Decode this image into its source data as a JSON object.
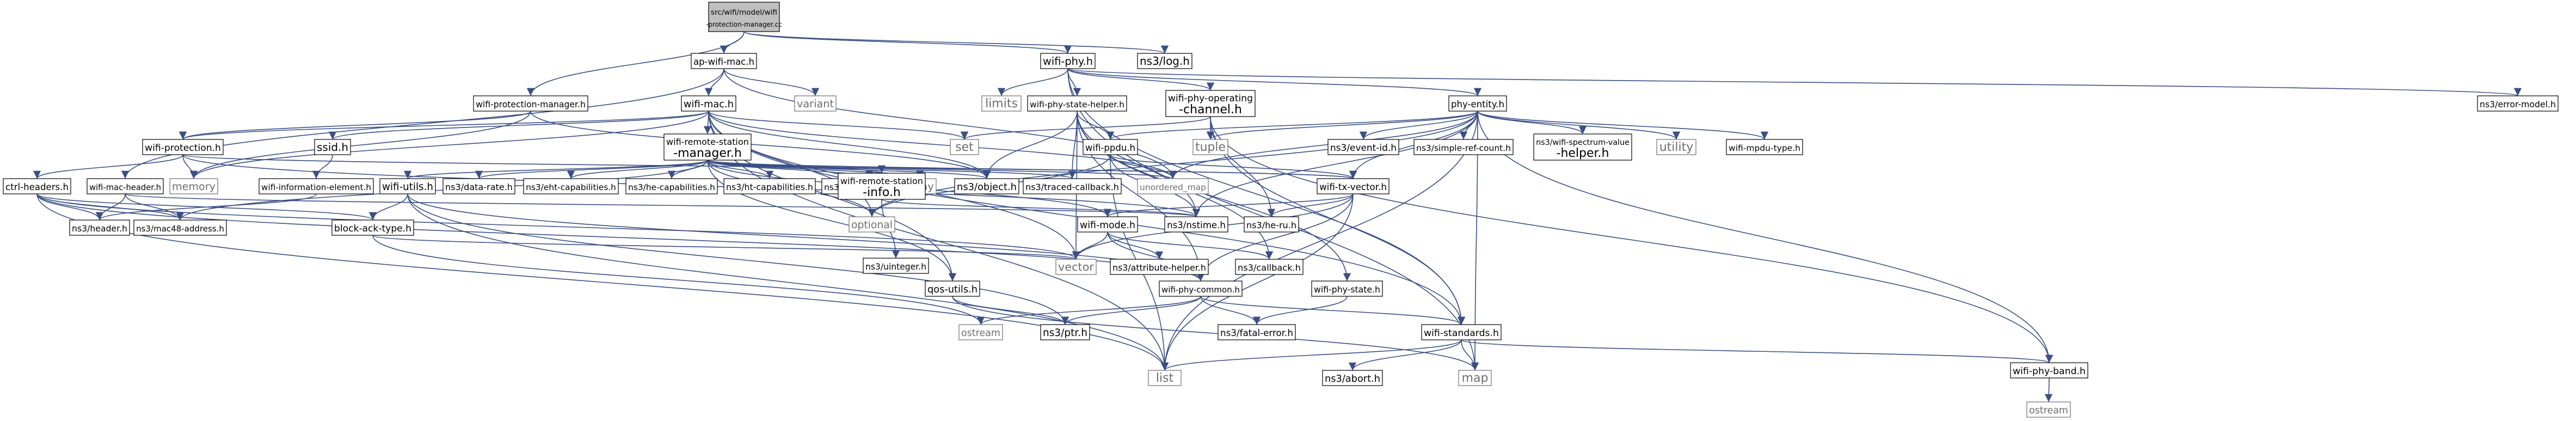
{
  "diagram": {
    "type": "include-dependency-graph",
    "colors": {
      "edge": "#3b4f86",
      "root_fill": "#bfbfbf",
      "node_fill": "#ffffff",
      "node_stroke": "#000000",
      "std_text": "#6e6e6e"
    },
    "nodes": [
      {
        "id": "root",
        "label": "src/wifi/model/wifi-protection-manager.cc",
        "kind": "root",
        "lines": [
          "src/wifi/model/wifi",
          "-protection-manager.cc"
        ]
      },
      {
        "id": "ap_wifi_mac",
        "label": "ap-wifi-mac.h",
        "kind": "file"
      },
      {
        "id": "wifi_phy",
        "label": "wifi-phy.h",
        "kind": "file"
      },
      {
        "id": "ns3_log",
        "label": "ns3/log.h",
        "kind": "file"
      },
      {
        "id": "wifi_protection_manager_h",
        "label": "wifi-protection-manager.h",
        "kind": "file"
      },
      {
        "id": "wifi_mac",
        "label": "wifi-mac.h",
        "kind": "file"
      },
      {
        "id": "variant",
        "label": "variant",
        "kind": "std"
      },
      {
        "id": "limits",
        "label": "limits",
        "kind": "std"
      },
      {
        "id": "wifi_phy_state_helper",
        "label": "wifi-phy-state-helper.h",
        "kind": "file"
      },
      {
        "id": "wifi_phy_operating_channel",
        "label": "wifi-phy-operating-channel.h",
        "kind": "file",
        "lines": [
          "wifi-phy-operating",
          "-channel.h"
        ]
      },
      {
        "id": "phy_entity",
        "label": "phy-entity.h",
        "kind": "file"
      },
      {
        "id": "ns3_error_model",
        "label": "ns3/error-model.h",
        "kind": "file"
      },
      {
        "id": "wifi_protection_h",
        "label": "wifi-protection.h",
        "kind": "file"
      },
      {
        "id": "ssid",
        "label": "ssid.h",
        "kind": "file"
      },
      {
        "id": "wifi_remote_station_manager",
        "label": "wifi-remote-station-manager.h",
        "kind": "file",
        "lines": [
          "wifi-remote-station",
          "-manager.h"
        ]
      },
      {
        "id": "set",
        "label": "set",
        "kind": "std"
      },
      {
        "id": "wifi_ppdu",
        "label": "wifi-ppdu.h",
        "kind": "file"
      },
      {
        "id": "tuple",
        "label": "tuple",
        "kind": "std"
      },
      {
        "id": "ns3_event_id",
        "label": "ns3/event-id.h",
        "kind": "file"
      },
      {
        "id": "ns3_simple_ref_count",
        "label": "ns3/simple-ref-count.h",
        "kind": "file"
      },
      {
        "id": "ns3_wifi_spectrum_value_helper",
        "label": "ns3/wifi-spectrum-value-helper.h",
        "kind": "file",
        "lines": [
          "ns3/wifi-spectrum-value",
          "-helper.h"
        ]
      },
      {
        "id": "utility",
        "label": "utility",
        "kind": "std"
      },
      {
        "id": "wifi_mpdu_type",
        "label": "wifi-mpdu-type.h",
        "kind": "file"
      },
      {
        "id": "ctrl_headers",
        "label": "ctrl-headers.h",
        "kind": "file"
      },
      {
        "id": "wifi_mac_header",
        "label": "wifi-mac-header.h",
        "kind": "file"
      },
      {
        "id": "memory",
        "label": "memory",
        "kind": "std"
      },
      {
        "id": "wifi_information_element",
        "label": "wifi-information-element.h",
        "kind": "file"
      },
      {
        "id": "wifi_utils",
        "label": "wifi-utils.h",
        "kind": "file"
      },
      {
        "id": "ns3_data_rate",
        "label": "ns3/data-rate.h",
        "kind": "file"
      },
      {
        "id": "ns3_eht_capabilities",
        "label": "ns3/eht-capabilities.h",
        "kind": "file"
      },
      {
        "id": "ns3_he_capabilities",
        "label": "ns3/he-capabilities.h",
        "kind": "file"
      },
      {
        "id": "ns3_ht_capabilities",
        "label": "ns3/ht-capabilities.h",
        "kind": "file"
      },
      {
        "id": "ns3_vht_capabilities",
        "label": "ns3/vht-capabilities.h",
        "kind": "file"
      },
      {
        "id": "array",
        "label": "array",
        "kind": "std"
      },
      {
        "id": "wifi_remote_station_info",
        "label": "wifi-remote-station-info.h",
        "kind": "file",
        "lines": [
          "wifi-remote-station",
          "-info.h"
        ]
      },
      {
        "id": "ns3_traced_callback",
        "label": "ns3/traced-callback.h",
        "kind": "file"
      },
      {
        "id": "unordered_map",
        "label": "unordered_map",
        "kind": "std"
      },
      {
        "id": "wifi_tx_vector",
        "label": "wifi-tx-vector.h",
        "kind": "file"
      },
      {
        "id": "ns3_header",
        "label": "ns3/header.h",
        "kind": "file"
      },
      {
        "id": "ns3_mac48_address",
        "label": "ns3/mac48-address.h",
        "kind": "file"
      },
      {
        "id": "block_ack_type",
        "label": "block-ack-type.h",
        "kind": "file"
      },
      {
        "id": "ns3_uinteger",
        "label": "ns3/uinteger.h",
        "kind": "file"
      },
      {
        "id": "optional",
        "label": "optional",
        "kind": "std"
      },
      {
        "id": "ns3_nstime",
        "label": "ns3/nstime.h",
        "kind": "file"
      },
      {
        "id": "ns3_he_ru",
        "label": "ns3/he-ru.h",
        "kind": "file"
      },
      {
        "id": "wifi_mode",
        "label": "wifi-mode.h",
        "kind": "file"
      },
      {
        "id": "vector",
        "label": "vector",
        "kind": "std"
      },
      {
        "id": "ns3_attribute_helper",
        "label": "ns3/attribute-helper.h",
        "kind": "file"
      },
      {
        "id": "ns3_callback",
        "label": "ns3/callback.h",
        "kind": "file"
      },
      {
        "id": "qos_utils",
        "label": "qos-utils.h",
        "kind": "file"
      },
      {
        "id": "wifi_phy_common",
        "label": "wifi-phy-common.h",
        "kind": "file"
      },
      {
        "id": "wifi_phy_state",
        "label": "wifi-phy-state.h",
        "kind": "file"
      },
      {
        "id": "ostream_1",
        "label": "ostream",
        "kind": "std"
      },
      {
        "id": "ns3_ptr",
        "label": "ns3/ptr.h",
        "kind": "file"
      },
      {
        "id": "ns3_fatal_error",
        "label": "ns3/fatal-error.h",
        "kind": "file"
      },
      {
        "id": "wifi_standards",
        "label": "wifi-standards.h",
        "kind": "file"
      },
      {
        "id": "wifi_phy_band",
        "label": "wifi-phy-band.h",
        "kind": "file"
      },
      {
        "id": "list",
        "label": "list",
        "kind": "std"
      },
      {
        "id": "ns3_abort",
        "label": "ns3/abort.h",
        "kind": "file"
      },
      {
        "id": "map",
        "label": "map",
        "kind": "std"
      },
      {
        "id": "ostream_2",
        "label": "ostream",
        "kind": "std"
      }
    ],
    "edges": [
      [
        "root",
        "ap_wifi_mac"
      ],
      [
        "root",
        "wifi_phy"
      ],
      [
        "root",
        "ns3_log"
      ],
      [
        "root",
        "wifi_protection_manager_h"
      ],
      [
        "ap_wifi_mac",
        "wifi_mac"
      ],
      [
        "ap_wifi_mac",
        "variant"
      ],
      [
        "ap_wifi_mac",
        "wifi_mac_header"
      ],
      [
        "ap_wifi_mac",
        "unordered_map"
      ],
      [
        "wifi_phy",
        "limits"
      ],
      [
        "wifi_phy",
        "wifi_phy_state_helper"
      ],
      [
        "wifi_phy",
        "wifi_phy_operating_channel"
      ],
      [
        "wifi_phy",
        "phy_entity"
      ],
      [
        "wifi_phy",
        "ns3_error_model"
      ],
      [
        "wifi_phy",
        "wifi_standards"
      ],
      [
        "wifi_phy",
        "map"
      ],
      [
        "wifi_protection_manager_h",
        "memory"
      ],
      [
        "wifi_protection_manager_h",
        "ns3_object"
      ],
      [
        "wifi_protection_manager_h",
        "wifi_protection_h"
      ],
      [
        "wifi_mac",
        "wifi_protection_h"
      ],
      [
        "wifi_mac",
        "ssid"
      ],
      [
        "wifi_mac",
        "wifi_remote_station_manager"
      ],
      [
        "wifi_mac",
        "set"
      ],
      [
        "wifi_mac",
        "unordered_map"
      ],
      [
        "wifi_mac",
        "memory"
      ],
      [
        "wifi_mac",
        "optional"
      ],
      [
        "wifi_mac",
        "qos_utils"
      ],
      [
        "wifi_mac",
        "vector"
      ],
      [
        "wifi_mac",
        "list"
      ],
      [
        "wifi_mac",
        "wifi_standards"
      ],
      [
        "wifi_mac",
        "ns3_object"
      ],
      [
        "wifi_phy_state_helper",
        "ns3_object"
      ],
      [
        "wifi_phy_state_helper",
        "wifi_ppdu"
      ],
      [
        "wifi_phy_state_helper",
        "ns3_traced_callback"
      ],
      [
        "wifi_phy_state_helper",
        "wifi_phy_state"
      ],
      [
        "wifi_phy_state_helper",
        "wifi_phy_common"
      ],
      [
        "wifi_phy_state_helper",
        "ns3_nstime"
      ],
      [
        "wifi_phy_state_helper",
        "ns3_callback"
      ],
      [
        "wifi_phy_state_helper",
        "vector"
      ],
      [
        "wifi_phy_operating_channel",
        "set"
      ],
      [
        "wifi_phy_operating_channel",
        "tuple"
      ],
      [
        "wifi_phy_operating_channel",
        "ns3_he_ru"
      ],
      [
        "wifi_phy_operating_channel",
        "wifi_phy_band"
      ],
      [
        "wifi_phy_operating_channel",
        "wifi_standards"
      ],
      [
        "phy_entity",
        "wifi_ppdu"
      ],
      [
        "phy_entity",
        "tuple"
      ],
      [
        "phy_entity",
        "ns3_event_id"
      ],
      [
        "phy_entity",
        "ns3_simple_ref_count"
      ],
      [
        "phy_entity",
        "ns3_wifi_spectrum_value_helper"
      ],
      [
        "phy_entity",
        "utility"
      ],
      [
        "phy_entity",
        "wifi_mpdu_type"
      ],
      [
        "phy_entity",
        "wifi_tx_vector"
      ],
      [
        "phy_entity",
        "list"
      ],
      [
        "phy_entity",
        "map"
      ],
      [
        "phy_entity",
        "wifi_phy_band"
      ],
      [
        "phy_entity",
        "unordered_map"
      ],
      [
        "phy_entity",
        "optional"
      ],
      [
        "phy_entity",
        "ns3_nstime"
      ],
      [
        "wifi_protection_h",
        "ctrl_headers"
      ],
      [
        "wifi_protection_h",
        "memory"
      ],
      [
        "wifi_protection_h",
        "wifi_tx_vector"
      ],
      [
        "wifi_protection_h",
        "ns3_nstime"
      ],
      [
        "ssid",
        "wifi_information_element"
      ],
      [
        "wifi_remote_station_manager",
        "wifi_utils"
      ],
      [
        "wifi_remote_station_manager",
        "ns3_data_rate"
      ],
      [
        "wifi_remote_station_manager",
        "ns3_eht_capabilities"
      ],
      [
        "wifi_remote_station_manager",
        "ns3_he_capabilities"
      ],
      [
        "wifi_remote_station_manager",
        "ns3_ht_capabilities"
      ],
      [
        "wifi_remote_station_manager",
        "ns3_vht_capabilities"
      ],
      [
        "wifi_remote_station_manager",
        "array"
      ],
      [
        "wifi_remote_station_manager",
        "wifi_remote_station_info"
      ],
      [
        "wifi_remote_station_manager",
        "ns3_object"
      ],
      [
        "wifi_remote_station_manager",
        "ns3_traced_callback"
      ],
      [
        "wifi_remote_station_manager",
        "unordered_map"
      ],
      [
        "wifi_remote_station_manager",
        "wifi_tx_vector"
      ],
      [
        "wifi_remote_station_manager",
        "optional"
      ],
      [
        "wifi_remote_station_manager",
        "wifi_mode"
      ],
      [
        "wifi_remote_station_manager",
        "qos_utils"
      ],
      [
        "wifi_remote_station_manager",
        "ns3_mac48_address"
      ],
      [
        "wifi_ppdu",
        "wifi_tx_vector"
      ],
      [
        "wifi_ppdu",
        "ns3_nstime"
      ],
      [
        "wifi_ppdu",
        "list"
      ],
      [
        "wifi_ppdu",
        "unordered_map"
      ],
      [
        "wifi_ppdu",
        "optional"
      ],
      [
        "ctrl_headers",
        "ns3_header"
      ],
      [
        "ctrl_headers",
        "ns3_mac48_address"
      ],
      [
        "ctrl_headers",
        "block_ack_type"
      ],
      [
        "ctrl_headers",
        "vector"
      ],
      [
        "ctrl_headers",
        "list"
      ],
      [
        "ctrl_headers",
        "wifi_phy_common"
      ],
      [
        "wifi_mac_header",
        "ns3_header"
      ],
      [
        "wifi_mac_header",
        "ns3_mac48_address"
      ],
      [
        "wifi_mac_header",
        "ns3_nstime"
      ],
      [
        "wifi_information_element",
        "ns3_header"
      ],
      [
        "wifi_utils",
        "block_ack_type"
      ],
      [
        "wifi_utils",
        "ns3_ptr"
      ],
      [
        "wifi_utils",
        "list"
      ],
      [
        "wifi_utils",
        "wifi_phy_common"
      ],
      [
        "block_ack_type",
        "vector"
      ],
      [
        "block_ack_type",
        "ostream_1"
      ],
      [
        "wifi_remote_station_info",
        "ns3_uinteger"
      ],
      [
        "wifi_remote_station_info",
        "ns3_nstime"
      ],
      [
        "wifi_tx_vector",
        "ns3_he_ru"
      ],
      [
        "wifi_tx_vector",
        "wifi_mode"
      ],
      [
        "wifi_tx_vector",
        "wifi_phy_common"
      ],
      [
        "wifi_tx_vector",
        "list"
      ],
      [
        "wifi_tx_vector",
        "vector"
      ],
      [
        "wifi_mode",
        "ns3_attribute_helper"
      ],
      [
        "wifi_mode",
        "ns3_callback"
      ],
      [
        "wifi_mode",
        "wifi_phy_common"
      ],
      [
        "wifi_mode",
        "vector"
      ],
      [
        "qos_utils",
        "ns3_ptr"
      ],
      [
        "qos_utils",
        "map"
      ],
      [
        "wifi_phy_common",
        "ns3_ptr"
      ],
      [
        "wifi_phy_common",
        "ns3_fatal_error"
      ],
      [
        "wifi_phy_common",
        "ostream_1"
      ],
      [
        "wifi_phy_common",
        "wifi_standards"
      ],
      [
        "wifi_phy_state",
        "ns3_fatal_error"
      ],
      [
        "wifi_standards",
        "list"
      ],
      [
        "wifi_standards",
        "ns3_abort"
      ],
      [
        "wifi_standards",
        "map"
      ],
      [
        "wifi_standards",
        "wifi_phy_band"
      ],
      [
        "wifi_phy_band",
        "ostream_2"
      ]
    ],
    "extra_nodes": [
      {
        "id": "ns3_object",
        "label": "ns3/object.h",
        "kind": "file"
      }
    ]
  }
}
